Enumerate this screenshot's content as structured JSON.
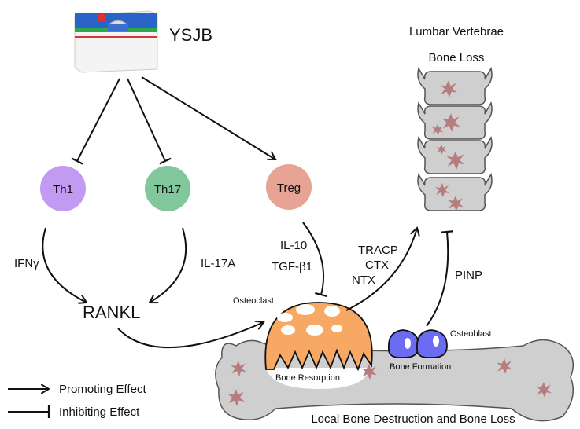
{
  "drug": {
    "name": "YSJB",
    "package_icon": "medicine-box-icon"
  },
  "cells": {
    "th1": {
      "label": "Th1",
      "color": "#c39af2"
    },
    "th17": {
      "label": "Th17",
      "color": "#82c79b"
    },
    "treg": {
      "label": "Treg",
      "color": "#e7a394"
    }
  },
  "cytokines": {
    "ifng": "IFNγ",
    "il17a": "IL-17A",
    "il10": "IL-10",
    "tgfb1": "TGF-β1",
    "rankl": "RANKL"
  },
  "bone": {
    "osteoclast": "Osteoclast",
    "osteoblast": "Osteoblast",
    "resorption": "Bone Resorption",
    "formation": "Bone Formation",
    "caption": "Local Bone Destruction and Bone Loss",
    "bone_color": "#cfcfcf",
    "osteoclast_color": "#f7a862",
    "osteoblast_color": "#6b6cf2",
    "lesion_color": "#b77c7c"
  },
  "vertebrae": {
    "title_line1": "Lumbar Vertebrae",
    "title_line2": "Bone Loss"
  },
  "markers": {
    "tracp": "TRACP",
    "ctx": "CTX",
    "ntx": "NTX",
    "pinp": "PINP"
  },
  "legend": {
    "promoting": "Promoting Effect",
    "inhibiting": "Inhibiting Effect"
  }
}
